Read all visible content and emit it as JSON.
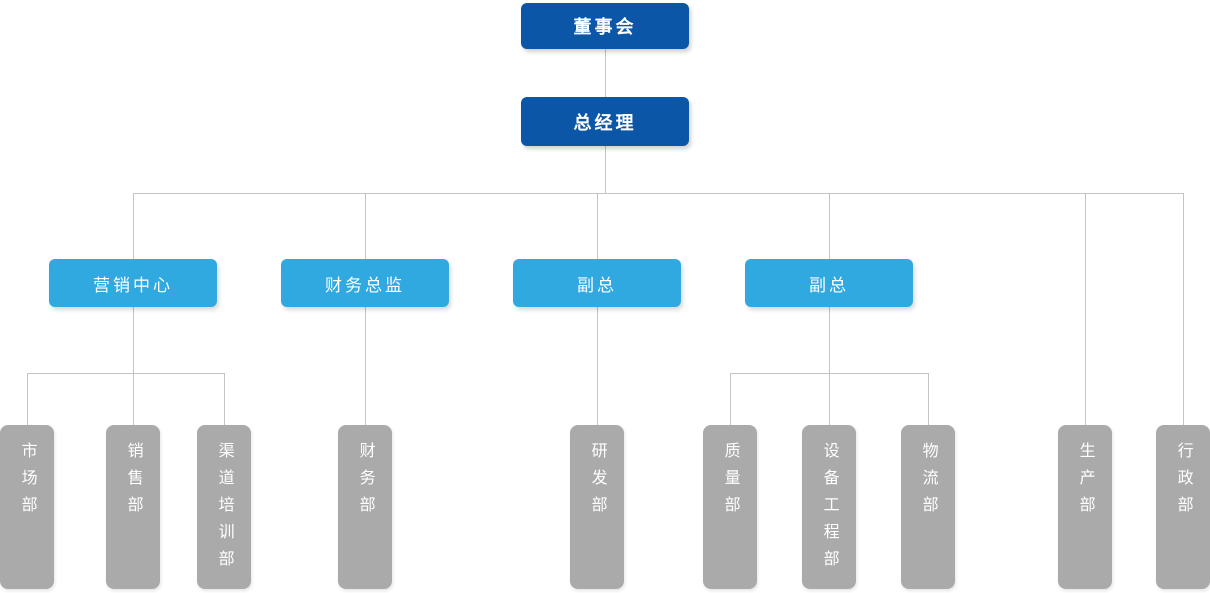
{
  "org_chart": {
    "root": {
      "label": "董事会"
    },
    "executive": {
      "label": "总经理"
    },
    "branches": [
      {
        "label": "营销中心",
        "children": [
          {
            "label": "市场部"
          },
          {
            "label": "销售部"
          },
          {
            "label": "渠道培训部"
          }
        ]
      },
      {
        "label": "财务总监",
        "children": [
          {
            "label": "财务部"
          }
        ]
      },
      {
        "label": "副总",
        "children": [
          {
            "label": "研发部"
          }
        ]
      },
      {
        "label": "副总",
        "children": [
          {
            "label": "质量部"
          },
          {
            "label": "设备工程部"
          },
          {
            "label": "物流部"
          }
        ]
      }
    ],
    "direct_departments": [
      {
        "label": "生产部"
      },
      {
        "label": "行政部"
      }
    ],
    "colors": {
      "level1_bg": "#0B56A7",
      "level2_bg": "#30A8E0",
      "level3_bg": "#AAAAAA",
      "connector": "#C4C4C4",
      "text": "#FFFFFF"
    }
  }
}
